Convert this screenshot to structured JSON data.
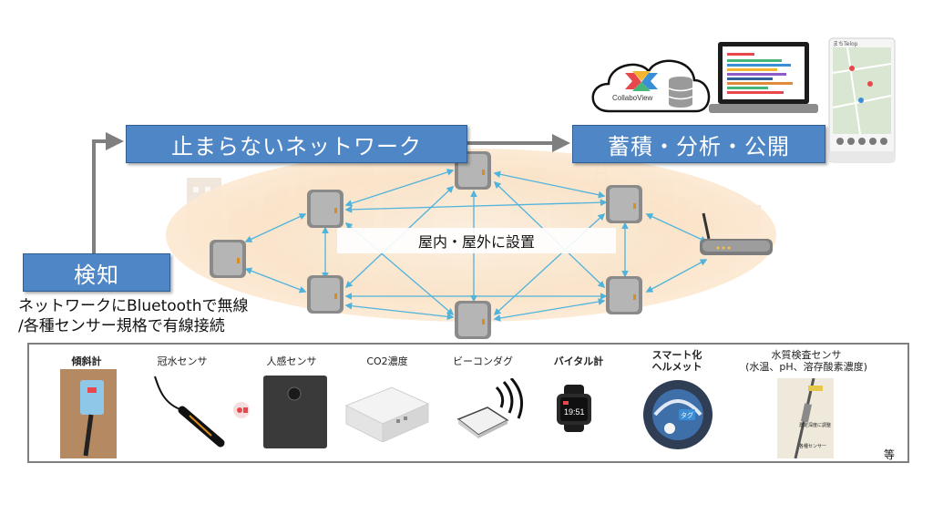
{
  "boxes": {
    "detect": "検知",
    "network": "止まらないネットワーク",
    "store": "蓄積・分析・公開"
  },
  "note": {
    "line1": "ネットワークにBluetoothで無線",
    "line2": "/各種センサー規格で有線接続"
  },
  "install_label": "屋内・屋外に設置",
  "cloud": {
    "logo": "CollaboView"
  },
  "sensors": [
    {
      "label": "傾斜計"
    },
    {
      "label": "冠水センサ"
    },
    {
      "label": "人感センサ"
    },
    {
      "label": "CO2濃度"
    },
    {
      "label": "ビーコンダグ"
    },
    {
      "label": "バイタル計"
    },
    {
      "label": "スマート化\nヘルメット"
    },
    {
      "label": "水質検査センサ\n(水温、pH、溶存酸素濃度)"
    }
  ],
  "etc": "等",
  "photo_text": {
    "watch_time": "19:51",
    "helmet_tag": "タグ",
    "water_label_1": "測定深度に調整",
    "water_label_2": "各種センサー",
    "phone_title": "まちTelop"
  },
  "colors": {
    "box_blue": "#4f86c6",
    "arrow_gray": "#7f7f7f",
    "mesh_cyan": "#4fb3dc",
    "ellipse": "#fae3c8"
  }
}
